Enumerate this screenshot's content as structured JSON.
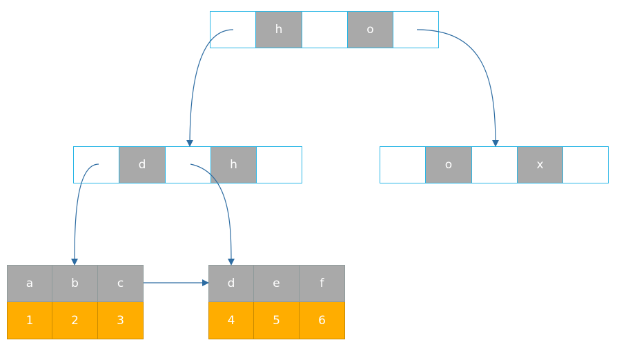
{
  "root": {
    "cells": [
      {
        "type": "ptr",
        "label": ""
      },
      {
        "type": "key",
        "label": "h"
      },
      {
        "type": "ptr",
        "label": ""
      },
      {
        "type": "key",
        "label": "o"
      },
      {
        "type": "ptr",
        "label": ""
      }
    ]
  },
  "internal_left": {
    "cells": [
      {
        "type": "ptr",
        "label": ""
      },
      {
        "type": "key",
        "label": "d"
      },
      {
        "type": "ptr",
        "label": ""
      },
      {
        "type": "key",
        "label": "h"
      },
      {
        "type": "ptr",
        "label": ""
      }
    ]
  },
  "internal_right": {
    "cells": [
      {
        "type": "ptr",
        "label": ""
      },
      {
        "type": "key",
        "label": "o"
      },
      {
        "type": "ptr",
        "label": ""
      },
      {
        "type": "key",
        "label": "x"
      },
      {
        "type": "ptr",
        "label": ""
      }
    ]
  },
  "leaf_1": {
    "keys": [
      "a",
      "b",
      "c"
    ],
    "values": [
      "1",
      "2",
      "3"
    ]
  },
  "leaf_2": {
    "keys": [
      "d",
      "e",
      "f"
    ],
    "values": [
      "4",
      "5",
      "6"
    ]
  },
  "colors": {
    "node_border": "#29b6e6",
    "key_fill": "#a9a9a9",
    "value_fill": "#ffad00",
    "edge": "#2d6ca2"
  }
}
